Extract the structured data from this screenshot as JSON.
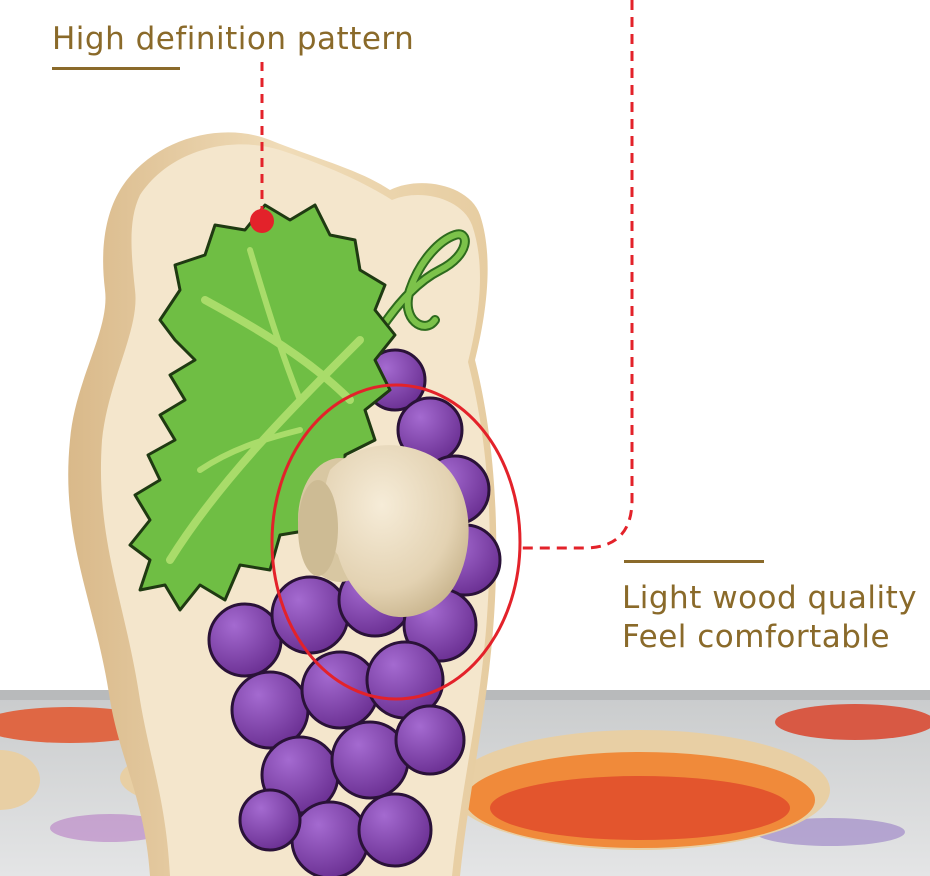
{
  "callouts": {
    "pattern_label": "High definition pattern",
    "wood_label_line1": "Light wood quality",
    "wood_label_line2": "Feel comfortable"
  },
  "colors": {
    "caption": "#8a6a2a",
    "callout_line": "#e3222a",
    "wood": "#f2e2c4",
    "leaf": "#6fbe44",
    "grape": "#7b3fa0",
    "board": "#d8dadb"
  },
  "icons": {
    "pattern_marker": "red-dot-icon",
    "knob_highlight": "circle-outline-icon"
  }
}
